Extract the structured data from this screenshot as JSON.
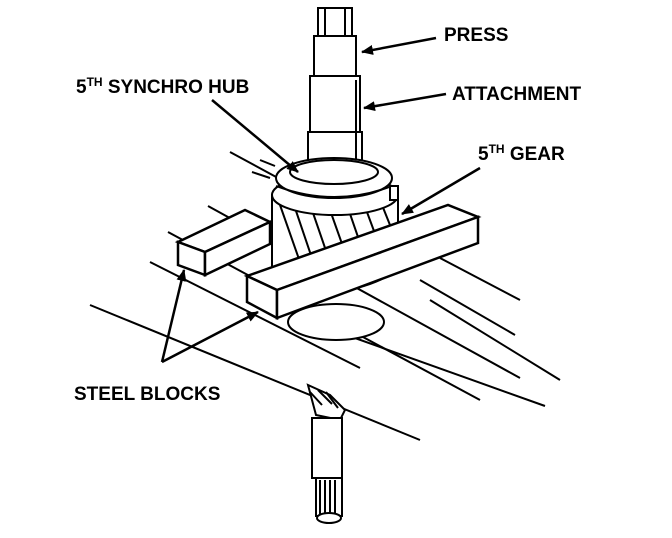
{
  "labels": {
    "press": "PRESS",
    "synchro_hub_prefix": "5",
    "synchro_hub_sup": "TH",
    "synchro_hub_text": " SYNCHRO HUB",
    "attachment": "ATTACHMENT",
    "gear_prefix": "5",
    "gear_sup": "TH",
    "gear_text": " GEAR",
    "steel_blocks": "STEEL BLOCKS"
  },
  "colors": {
    "ink": "#000000",
    "paper": "#ffffff"
  }
}
